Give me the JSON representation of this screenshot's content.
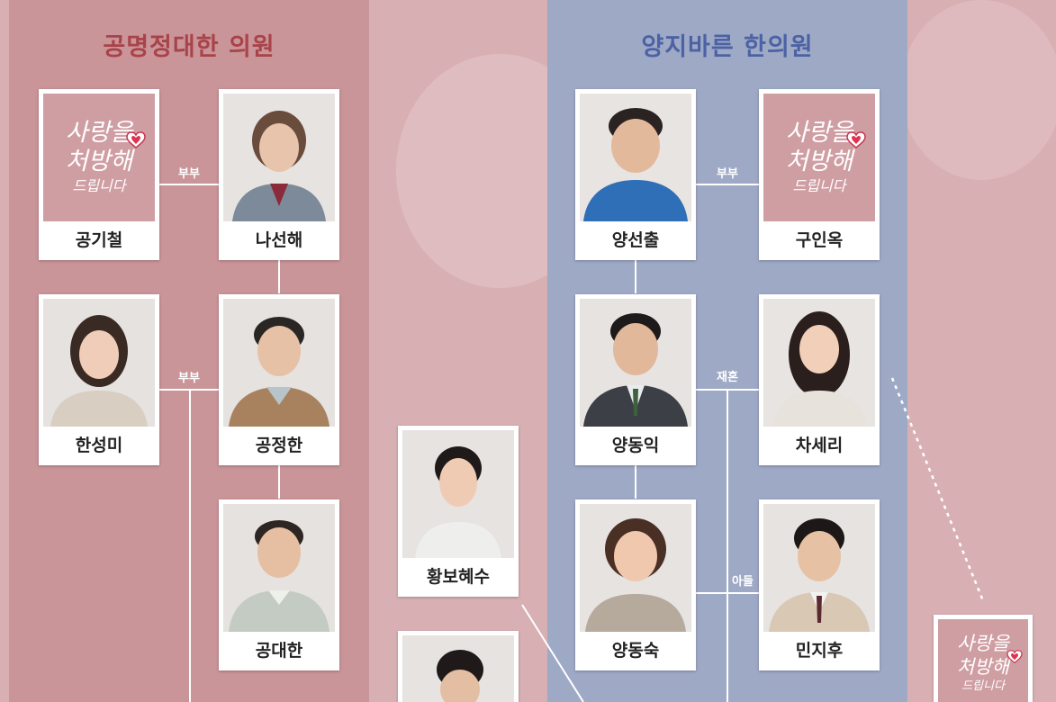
{
  "groups": {
    "left_title": "공명정대한 의원",
    "right_title": "양지바른 한의원"
  },
  "logo": {
    "line1": "사랑을",
    "line2": "처방해",
    "line3": "드립니다"
  },
  "relations": {
    "couple": "부부",
    "remarriage": "재혼",
    "son": "아들"
  },
  "characters": {
    "gong_gicheol": "공기철",
    "na_seonhae": "나선해",
    "han_seongmi": "한성미",
    "gong_jeonghan": "공정한",
    "gong_daehan": "공대한",
    "hwangbo_hyesu": "황보혜수",
    "yang_seonchul": "양선출",
    "gu_inok": "구인옥",
    "yang_dongik": "양동익",
    "cha_seri": "차세리",
    "yang_dongsuk": "양동숙",
    "min_jihu": "민지후"
  },
  "colors": {
    "left_panel": "#c99599",
    "right_panel": "#9ea9c6",
    "left_title": "#a9434a",
    "right_title": "#4d62a4"
  }
}
